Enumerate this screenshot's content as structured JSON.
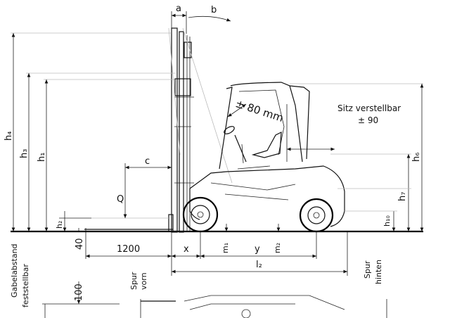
{
  "labels": {
    "a": "a",
    "b": "b",
    "h4": "h₄",
    "h3": "h₃",
    "h1": "h₁",
    "h2": "h₂",
    "h6": "h₆",
    "h7": "h₇",
    "h10": "h₁₀",
    "c": "c",
    "Q": "Q",
    "tilt": "± 80 mm",
    "seat_line1": "Sitz verstellbar",
    "seat_line2": "± 90",
    "dim_40": "40",
    "dim_1200": "1200",
    "x": "x",
    "m1": "m₁",
    "y": "y",
    "m2": "m₂",
    "l2": "l₂",
    "dim_100": "100",
    "spur_vorn_1": "Spur",
    "spur_vorn_2": "vorn",
    "spur_hinten_1": "Spur",
    "spur_hinten_2": "hinten",
    "gabel_1": "Gabelabstand",
    "gabel_2": "feststellbar"
  }
}
